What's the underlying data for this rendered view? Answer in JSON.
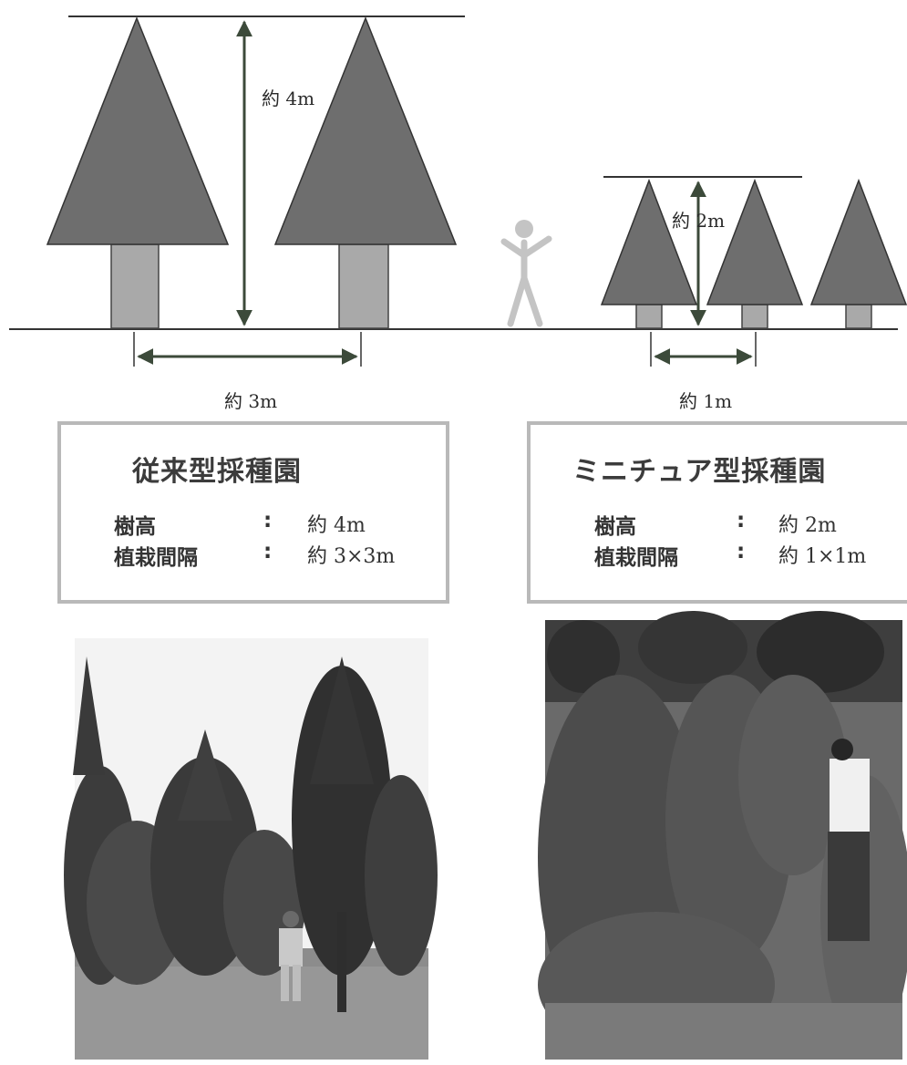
{
  "diagram": {
    "conventional_height": "約 4m",
    "conventional_spacing": "約 3m",
    "miniature_height": "約 2m",
    "miniature_spacing": "約 1m",
    "colors": {
      "canopy": "#6e6e6e",
      "trunk": "#a9a9a9",
      "arrow": "#3c4a3a",
      "person": "#c4c4c4",
      "line": "#333333"
    }
  },
  "panels": {
    "conventional": {
      "title": "従来型採種園",
      "height_label": "樹高",
      "height_sep": ":",
      "height_value": "約 4m",
      "spacing_label": "植栽間隔",
      "spacing_sep": ":",
      "spacing_value": "約 3×3m"
    },
    "miniature": {
      "title": "ミニチュア型採種園",
      "height_label": "樹高",
      "height_sep": ":",
      "height_value": "約 2m",
      "spacing_label": "植栽間隔",
      "spacing_sep": ":",
      "spacing_value": "約 1×1m"
    }
  }
}
